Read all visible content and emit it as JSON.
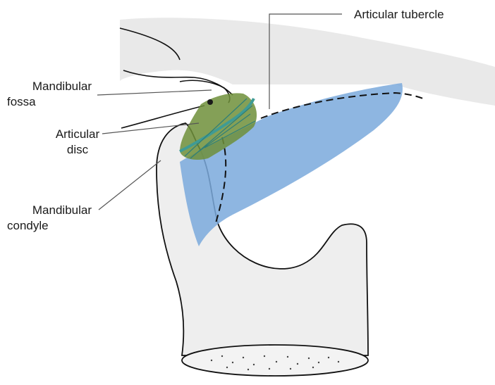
{
  "labels": {
    "articular_tubercle": "Articular tubercle",
    "mandibular_fossa_line1": "Mandibular",
    "mandibular_fossa_line2": "fossa",
    "articular_disc_line1": "Articular",
    "articular_disc_line2": "disc",
    "mandibular_condyle_line1": "Mandibular",
    "mandibular_condyle_line2": "condyle"
  },
  "colors": {
    "bone_fill": "#e9e9e9",
    "outline": "#111111",
    "muscle_blue": "#7aa9dc",
    "disc_green": "#6f8f3a",
    "disc_teal": "#3f9b95",
    "leader_line": "#555555"
  }
}
